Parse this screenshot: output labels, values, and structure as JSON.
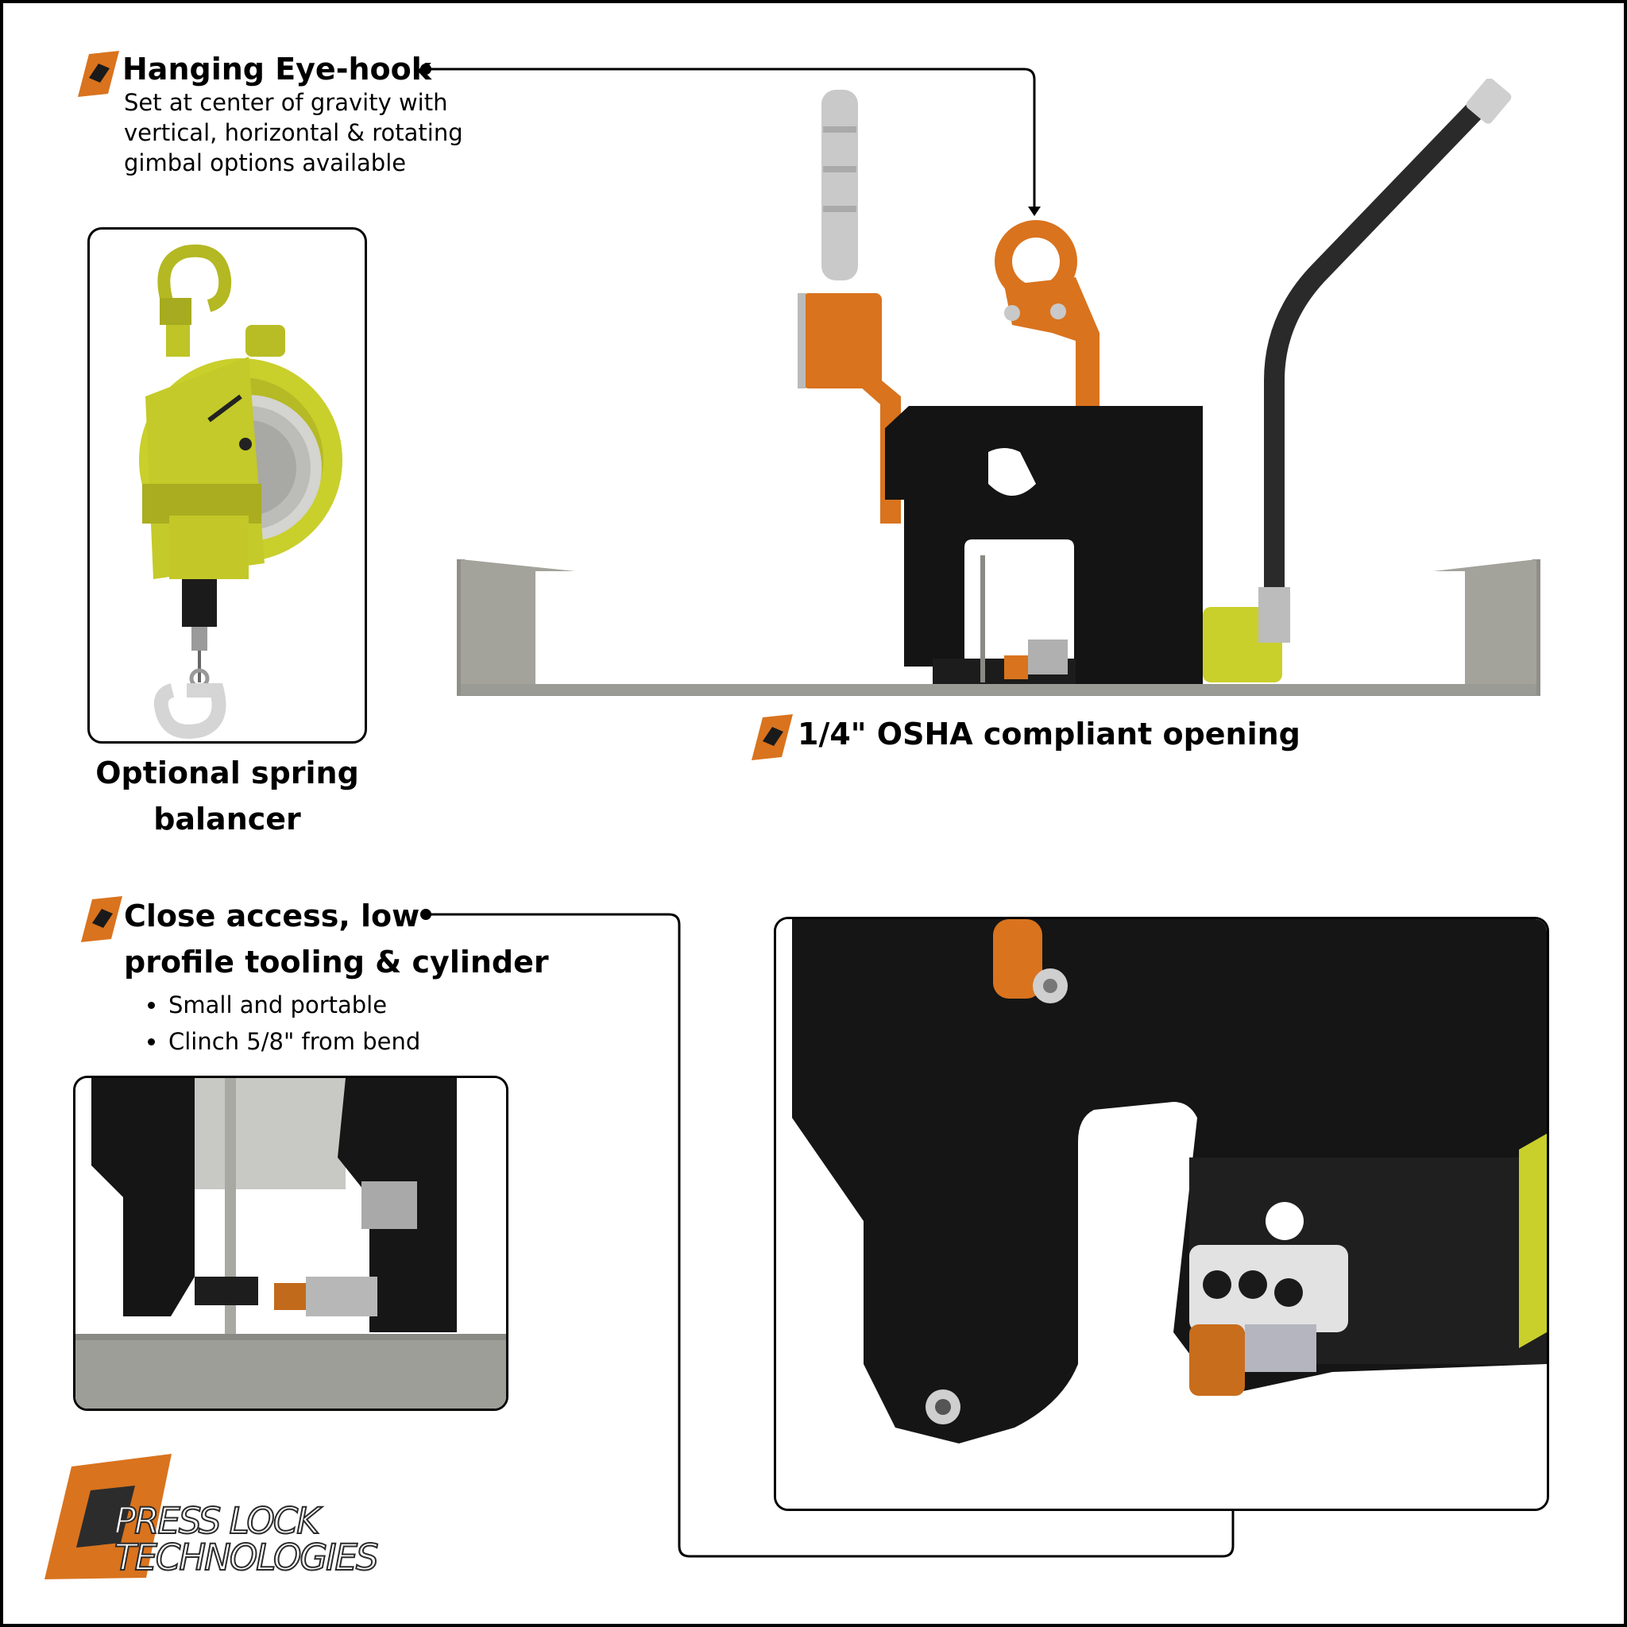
{
  "callouts": {
    "eye_hook": {
      "title": "Hanging Eye-hook",
      "lines": [
        "Set at center of gravity with",
        "vertical, horizontal & rotating",
        "gimbal options available"
      ]
    },
    "osha": {
      "title": "1/4\" OSHA compliant opening"
    },
    "close_access": {
      "title_lines": [
        "Close access, low",
        "profile tooling & cylinder"
      ],
      "bullets": [
        "Small and portable",
        "Clinch 5/8\" from bend"
      ]
    }
  },
  "balancer_caption": {
    "lines": [
      "Optional spring",
      "balancer"
    ]
  },
  "logo": {
    "lines": [
      "PRESS LOCK",
      "TECHNOLOGIES"
    ]
  },
  "colors": {
    "orange": "#d9731e",
    "black": "#111111",
    "yellow": "#c9cf2b",
    "steel": "#9b9b96"
  }
}
